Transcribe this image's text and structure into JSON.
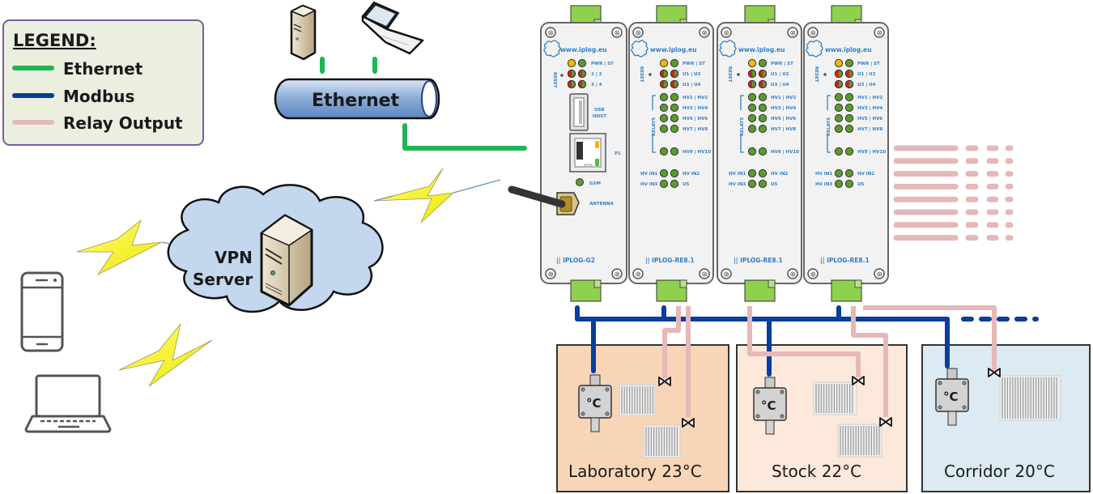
{
  "legend": {
    "title": "LEGEND:",
    "items": [
      {
        "label": "Ethernet",
        "color": "#1fb552"
      },
      {
        "label": "Modbus",
        "color": "#0a3d9c"
      },
      {
        "label": "Relay Output",
        "color": "#e6b8b8"
      }
    ]
  },
  "network": {
    "ethernet_label": "Ethernet",
    "vpn_label_line1": "VPN",
    "vpn_label_line2": "Server"
  },
  "colors": {
    "ethernet": "#1fb552",
    "modbus": "#0a3d9c",
    "relay": "#e6b8b8",
    "terminal": "#8fd14f",
    "cloud": "#c3d7ee",
    "lightning": "#f7f21b",
    "module_body": "#f2f2f2",
    "label_blue": "#2f7fc8"
  },
  "gateway": {
    "url": "www.iplog.eu",
    "reset_label": "RESET",
    "leds": [
      {
        "label": "PWR | ST",
        "left": "#f5b800",
        "right": "#5c9a2e"
      },
      {
        "label": "1 | 2",
        "left": "split",
        "right": "split"
      },
      {
        "label": "3 | 4",
        "left": "split",
        "right": "split"
      }
    ],
    "usb_label_1": "USB",
    "usb_label_2": "HOST",
    "p1_label": "P1",
    "gsm_label": "GSM",
    "antenna_label": "ANTENNA",
    "model": "|| IPLOG-G2"
  },
  "relay_modules": [
    {
      "url": "www.iplog.eu",
      "model": "|| IPLOG-RE8.1"
    },
    {
      "url": "www.iplog.eu",
      "model": "|| IPLOG-RE8.1"
    },
    {
      "url": "www.iplog.eu",
      "model": "|| IPLOG-RE8.1"
    }
  ],
  "relay_module_template": {
    "reset_label": "RESET",
    "relays_label": "RELAYS",
    "status_leds": [
      "PWR | ST",
      "U1 | U2",
      "U3 | U4"
    ],
    "relay_leds": [
      "HV1 | HV2",
      "HV3 | HV4",
      "HV5 | HV6",
      "HV7 | HV8"
    ],
    "relay_led_last": "HV9 | HV10",
    "inputs": [
      {
        "left": "HV IN1",
        "right": "HV IN2"
      },
      {
        "left": "HV IN3",
        "right": "U5"
      }
    ]
  },
  "rooms": [
    {
      "name": "Laboratory",
      "temperature": "23°C",
      "fill": "#f9d5b7",
      "sensor_label": "°C",
      "radiators": 2
    },
    {
      "name": "Stock",
      "temperature": "22°C",
      "fill": "#fde9dc",
      "sensor_label": "°C",
      "radiators": 2
    },
    {
      "name": "Corridor",
      "temperature": "20°C",
      "fill": "#dcebf3",
      "sensor_label": "°C",
      "radiators": 1
    }
  ],
  "relay_output_lines": 8
}
